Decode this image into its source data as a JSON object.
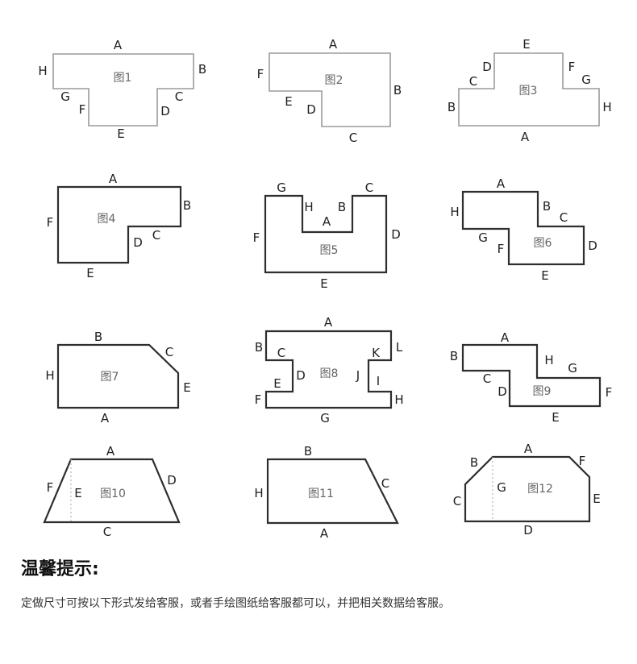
{
  "figures": [
    {
      "name": "图1",
      "edges": {
        "A": "A",
        "B": "B",
        "C": "C",
        "D": "D",
        "E": "E",
        "F": "F",
        "G": "G",
        "H": "H"
      }
    },
    {
      "name": "图2",
      "edges": {
        "A": "A",
        "B": "B",
        "C": "C",
        "D": "D",
        "E": "E",
        "F": "F"
      }
    },
    {
      "name": "图3",
      "edges": {
        "A": "A",
        "B": "B",
        "C": "C",
        "D": "D",
        "E": "E",
        "F": "F",
        "G": "G",
        "H": "H"
      }
    },
    {
      "name": "图4",
      "edges": {
        "A": "A",
        "B": "B",
        "C": "C",
        "D": "D",
        "E": "E",
        "F": "F"
      }
    },
    {
      "name": "图5",
      "edges": {
        "A": "A",
        "B": "B",
        "C": "C",
        "D": "D",
        "E": "E",
        "F": "F",
        "G": "G",
        "H": "H"
      }
    },
    {
      "name": "图6",
      "edges": {
        "A": "A",
        "B": "B",
        "C": "C",
        "D": "D",
        "E": "E",
        "F": "F",
        "G": "G",
        "H": "H"
      }
    },
    {
      "name": "图7",
      "edges": {
        "A": "A",
        "B": "B",
        "C": "C",
        "E": "E",
        "H": "H"
      }
    },
    {
      "name": "图8",
      "edges": {
        "A": "A",
        "B": "B",
        "C": "C",
        "D": "D",
        "E": "E",
        "F": "F",
        "G": "G",
        "H": "H",
        "I": "I",
        "J": "J",
        "K": "K",
        "L": "L"
      }
    },
    {
      "name": "图9",
      "edges": {
        "A": "A",
        "B": "B",
        "C": "C",
        "D": "D",
        "E": "E",
        "F": "F",
        "G": "G",
        "H": "H"
      }
    },
    {
      "name": "图10",
      "edges": {
        "A": "A",
        "C": "C",
        "D": "D",
        "E": "E",
        "F": "F"
      }
    },
    {
      "name": "图11",
      "edges": {
        "A": "A",
        "B": "B",
        "C": "C",
        "H": "H"
      }
    },
    {
      "name": "图12",
      "edges": {
        "A": "A",
        "B": "B",
        "C": "C",
        "D": "D",
        "E": "E",
        "F": "F",
        "G": "G"
      }
    }
  ],
  "tip": {
    "title": "温馨提示:",
    "text": "定做尺寸可按以下形式发给客服，或者手绘图纸给客服都可以，并把相关数据给客服。"
  }
}
